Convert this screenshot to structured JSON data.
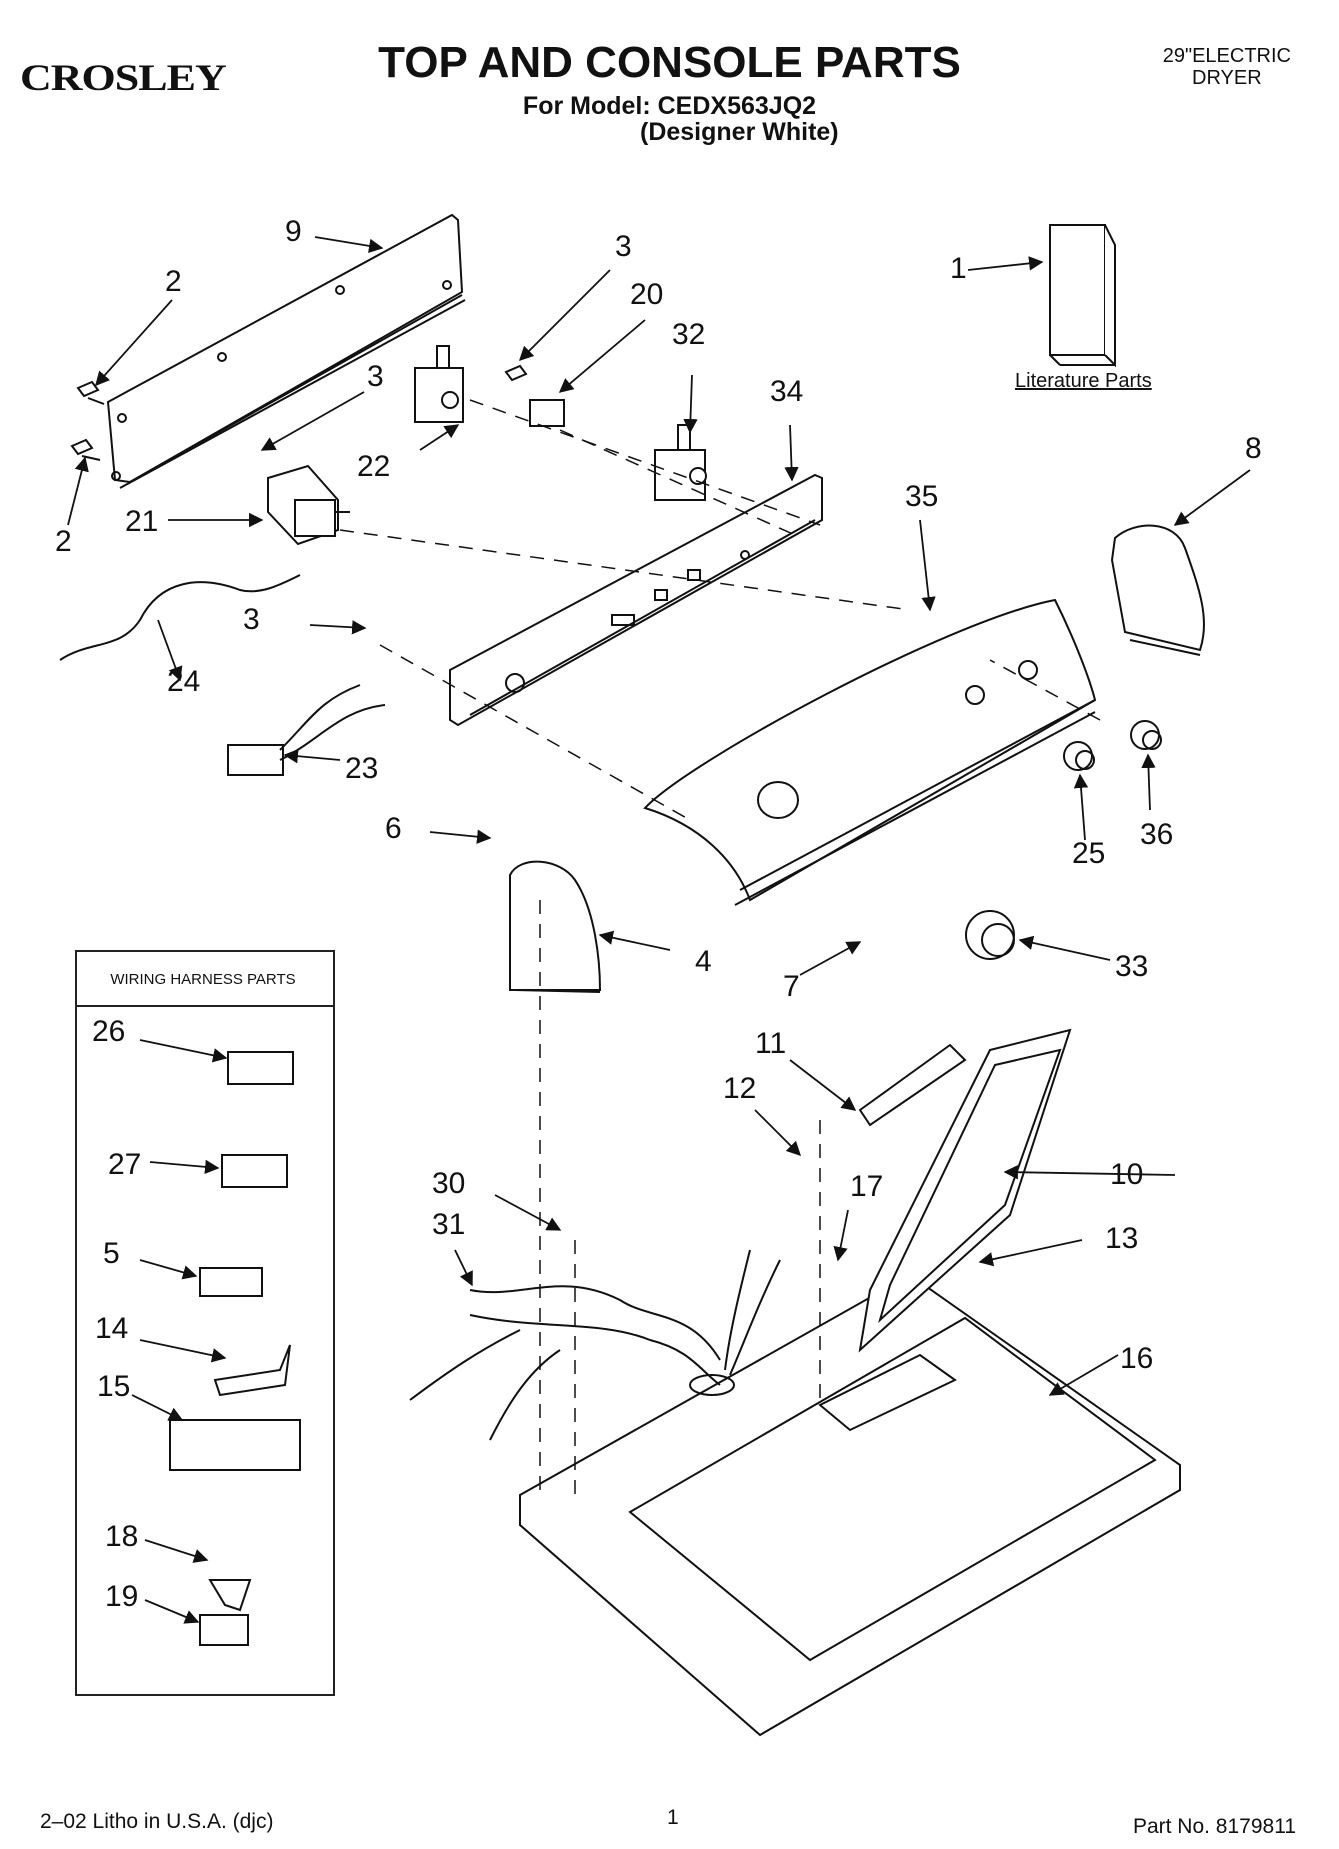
{
  "header": {
    "brand": "CROSLEY",
    "title": "TOP AND CONSOLE PARTS",
    "model_line": "For Model: CEDX563JQ2",
    "variant": "(Designer White)",
    "dryer_type_line1": "29\"ELECTRIC",
    "dryer_type_line2": "DRYER"
  },
  "diagram": {
    "literature_label": "Literature Parts",
    "harness_box_title": "WIRING HARNESS PARTS",
    "callouts": [
      "1",
      "2",
      "2",
      "3",
      "3",
      "3",
      "4",
      "5",
      "6",
      "7",
      "8",
      "9",
      "10",
      "11",
      "12",
      "13",
      "14",
      "15",
      "16",
      "17",
      "18",
      "19",
      "20",
      "21",
      "22",
      "23",
      "24",
      "25",
      "26",
      "27",
      "30",
      "31",
      "32",
      "33",
      "34",
      "35",
      "36"
    ]
  },
  "footer": {
    "print_info": "2–02 Litho in U.S.A. (djc)",
    "page_number": "1",
    "part_number": "Part No. 8179811"
  }
}
